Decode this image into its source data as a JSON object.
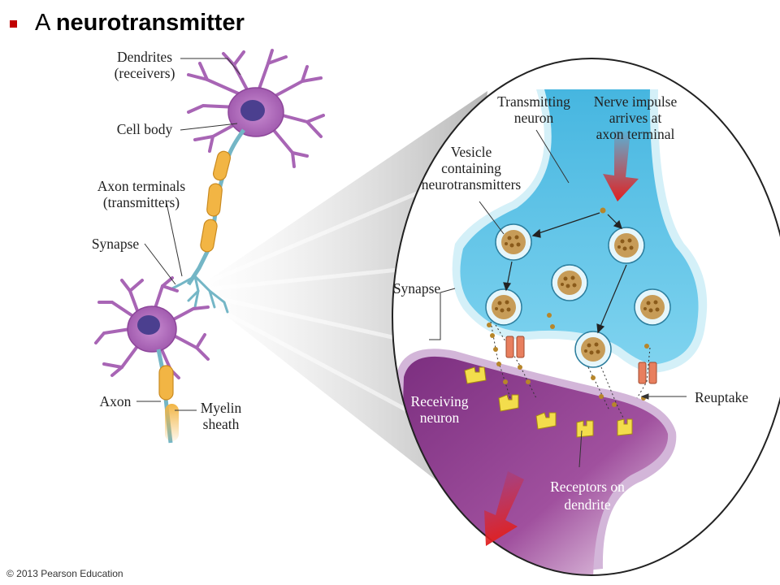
{
  "slide": {
    "bullet_color": "#c00000",
    "title_prefix": "A",
    "title_bold": "neurotransmitter",
    "copyright": "© 2013 Pearson Education"
  },
  "diagram": {
    "left_labels": {
      "dendrites": [
        "Dendrites",
        "(receivers)"
      ],
      "cell_body": [
        "Cell body"
      ],
      "axon_terminals": [
        "Axon terminals",
        "(transmitters)"
      ],
      "synapse": [
        "Synapse"
      ],
      "axon": [
        "Axon"
      ],
      "myelin_sheath": [
        "Myelin",
        "sheath"
      ]
    },
    "inset_labels": {
      "transmitting_neuron": [
        "Transmitting",
        "neuron"
      ],
      "nerve_impulse": [
        "Nerve impulse",
        "arrives at",
        "axon terminal"
      ],
      "vesicle": [
        "Vesicle",
        "containing",
        "neurotransmitters"
      ],
      "synapse": [
        "Synapse"
      ],
      "receiving_neuron": [
        "Receiving",
        "neuron"
      ],
      "reuptake": [
        "Reuptake"
      ],
      "receptors": [
        "Receptors on",
        "dendrite"
      ]
    },
    "colors": {
      "neuron_purple": "#a865b5",
      "nucleus": "#4b3f8f",
      "myelin": "#f2b544",
      "axon_blue": "#74b6c6",
      "transmitting_fill": "#5cc3e6",
      "receiving_fill": "#8e3d8e",
      "impulse_arrow": "#e02020",
      "receptor": "#f3dd4c",
      "reuptake_channel": "#e87f5e"
    }
  }
}
